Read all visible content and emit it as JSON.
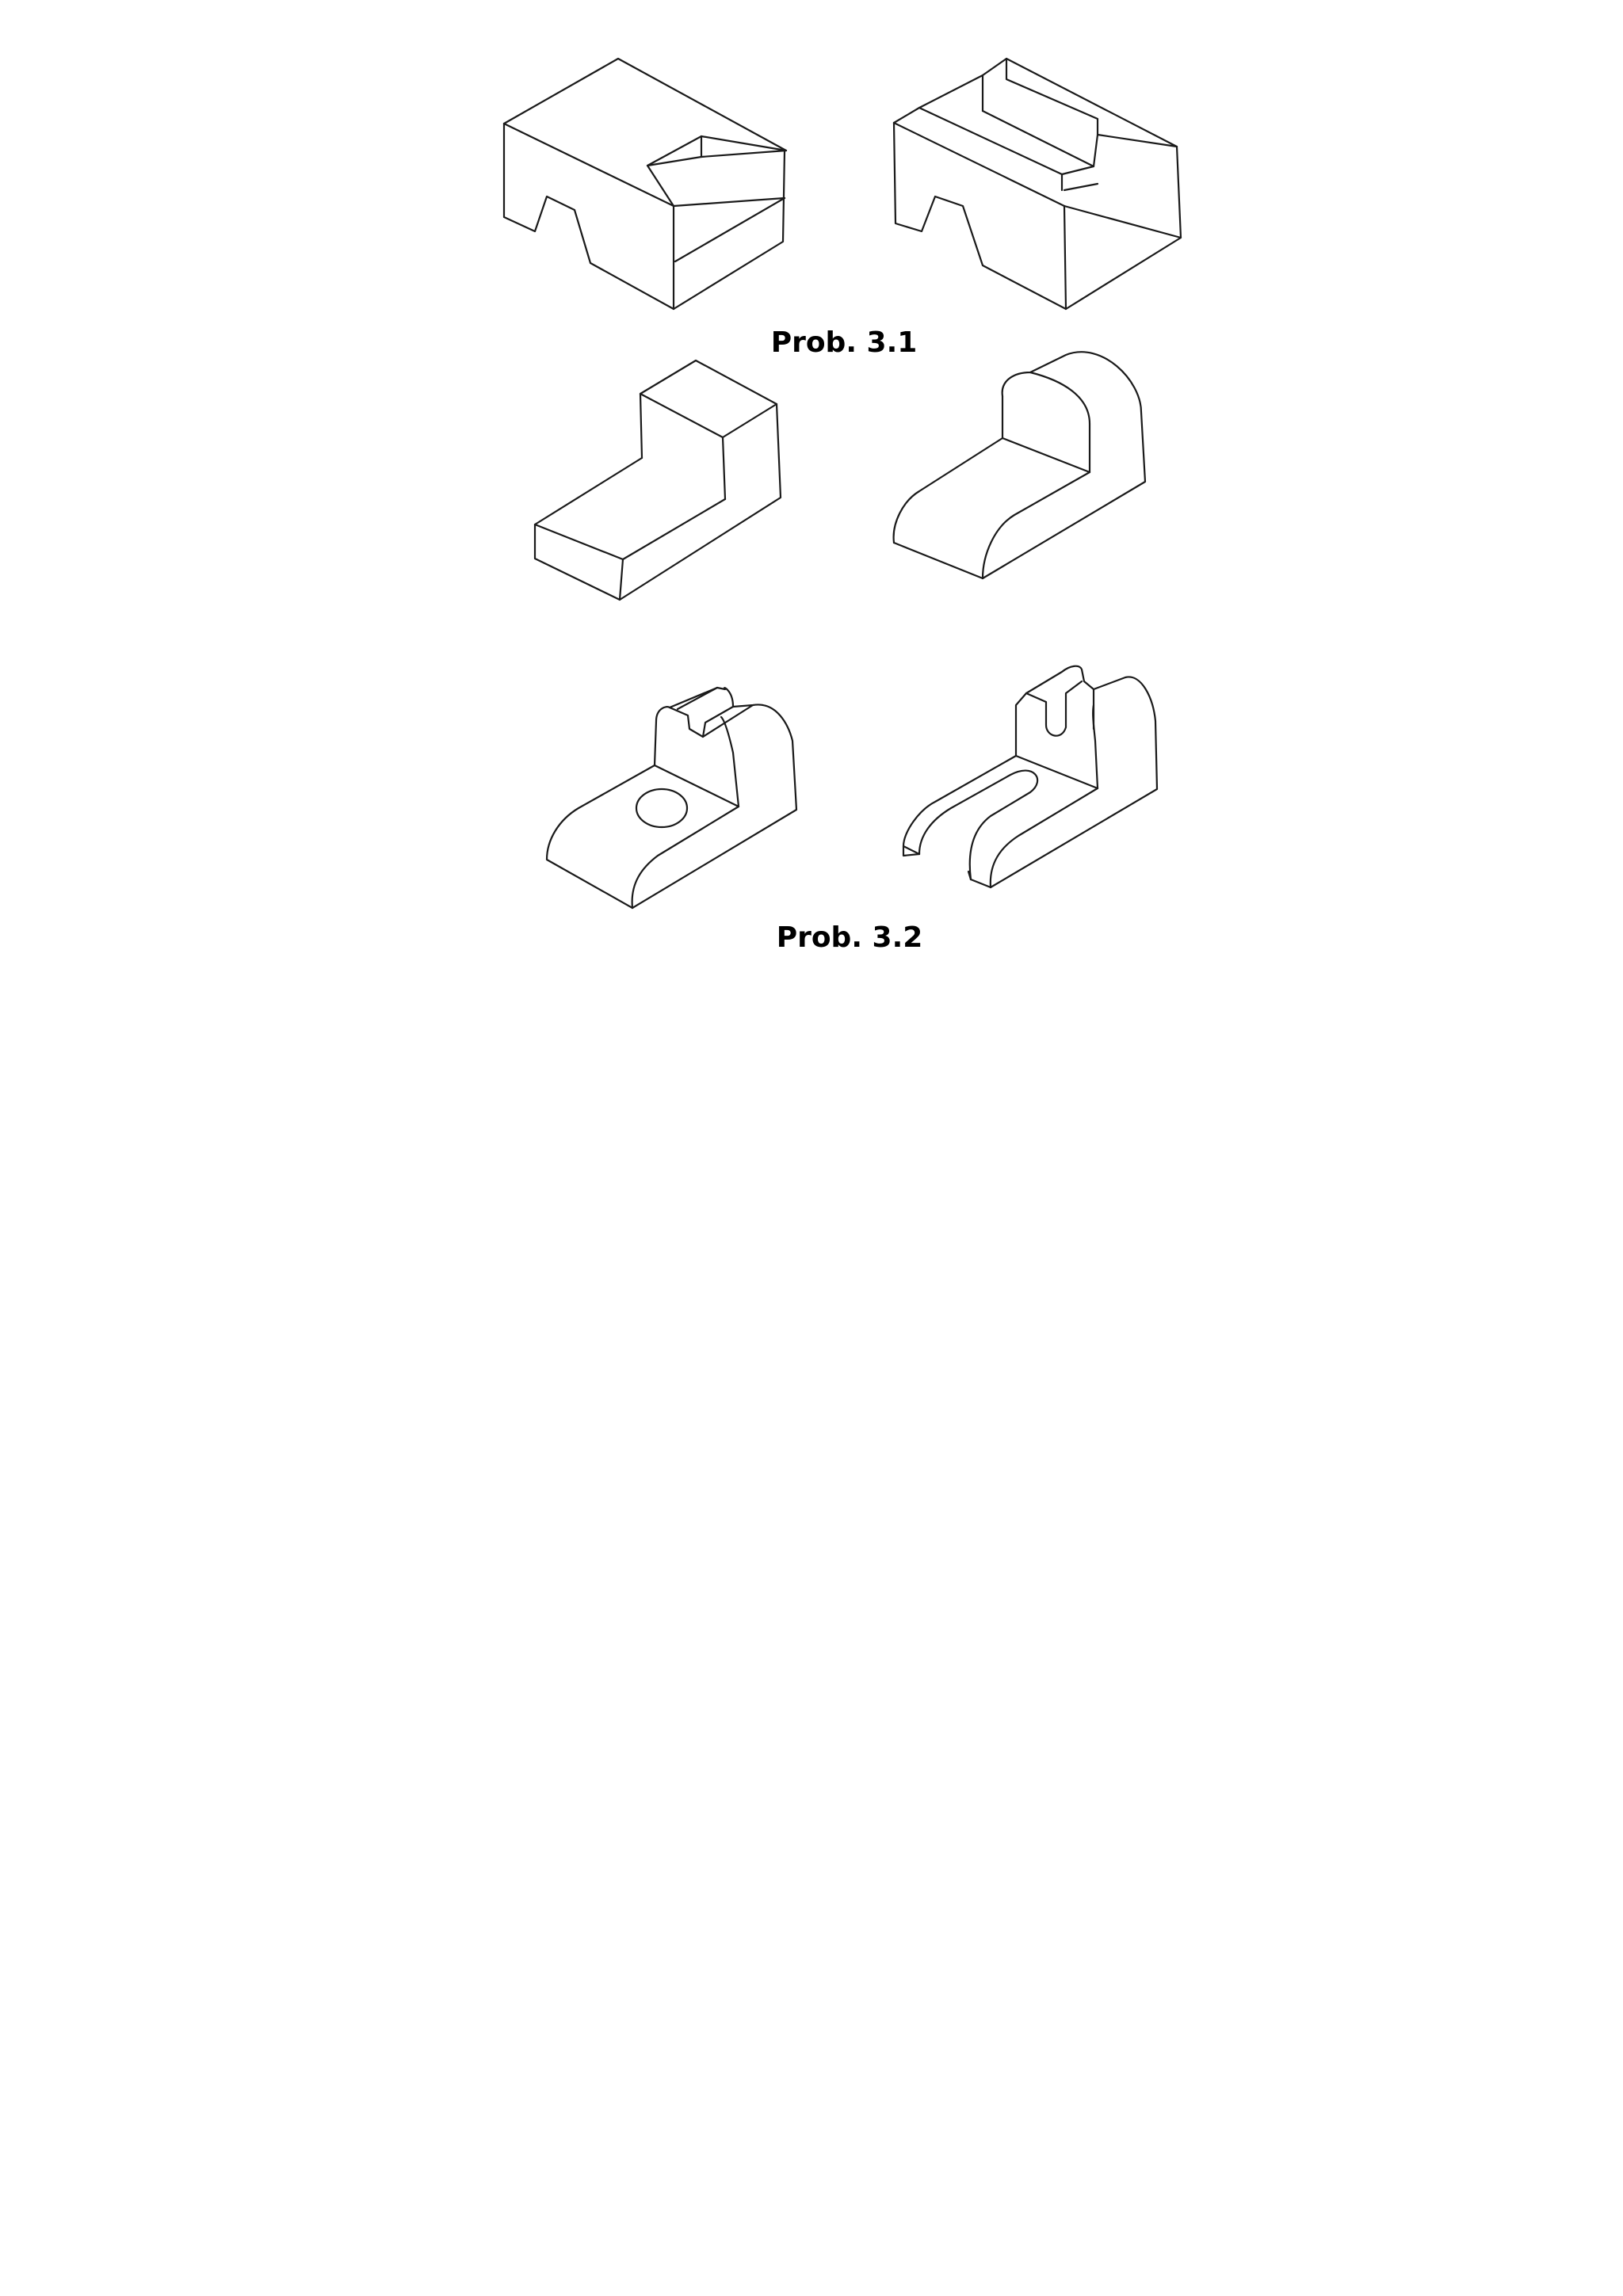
{
  "problems": [
    {
      "caption": "Prob. 3.1",
      "figures": [
        "block-with-notch-and-corner-cut",
        "block-with-slot-and-chamfer"
      ]
    },
    {
      "caption": "Prob. 3.2",
      "figures": [
        "l-block",
        "rounded-bracket",
        "bracket-with-hole-and-slot",
        "forked-bracket"
      ]
    }
  ],
  "style": {
    "line_color": "#1a1a1a",
    "background": "#ffffff"
  }
}
